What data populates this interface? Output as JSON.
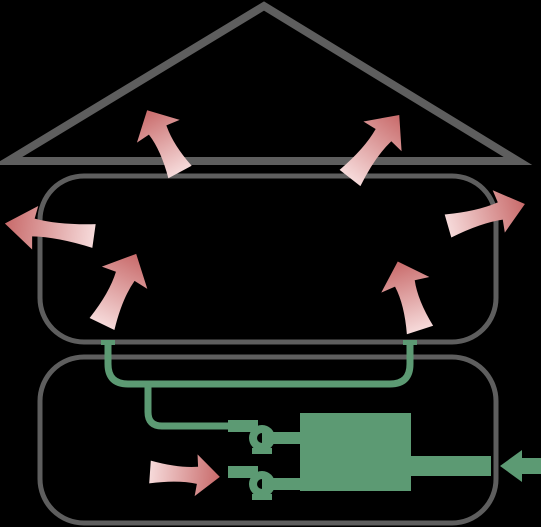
{
  "colors": {
    "background": "#000000",
    "outline": "#5e5e5e",
    "duct": "#5c9a73",
    "duct_dark": "#3f6f52",
    "heat_arrow_light": "#f6dada",
    "heat_arrow_dark": "#c86a6a"
  },
  "icons": {
    "roof": "roof-outline",
    "upper_floor": "upper-floor-outline",
    "lower_floor": "lower-floor-outline",
    "furnace": "furnace-unit",
    "intake": "intake-arrow-icon",
    "heat_flow": "heat-flow-arrow-icon",
    "blower": "blower-fan-icon"
  },
  "heat_loss_arrows": [
    {
      "id": "roof-left",
      "direction": "up"
    },
    {
      "id": "roof-right",
      "direction": "up"
    },
    {
      "id": "wall-left",
      "direction": "left"
    },
    {
      "id": "wall-right",
      "direction": "right"
    },
    {
      "id": "register-left",
      "direction": "up"
    },
    {
      "id": "register-right",
      "direction": "up"
    },
    {
      "id": "blower-inlet",
      "direction": "right"
    }
  ]
}
